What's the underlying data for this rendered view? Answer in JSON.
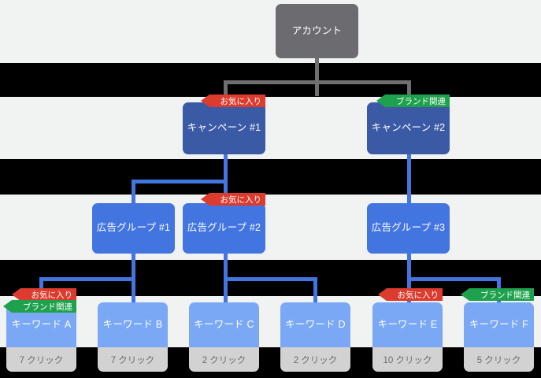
{
  "diagram": {
    "title": "Google Ads account hierarchy tree",
    "colors": {
      "background": "#f1f2f2",
      "band": "#000000",
      "account": "#6b6b70",
      "campaign": "#3b5aa6",
      "adgroup": "#4275e0",
      "keyword": "#7aa8f5",
      "footer": "#d2d2d2",
      "connector_gray": "#6f6f6f",
      "connector_blue": "#4275e0",
      "badge_favorite": "#dd3b2d",
      "badge_brand": "#1ea14c"
    },
    "badge_labels": {
      "favorite": "お気に入り",
      "brand": "ブランド関連"
    }
  },
  "account": {
    "label": "アカウント"
  },
  "campaigns": [
    {
      "label": "キャンペーン #1",
      "badges": [
        "favorite"
      ]
    },
    {
      "label": "キャンペーン #2",
      "badges": [
        "brand"
      ]
    }
  ],
  "adgroups": [
    {
      "label": "広告グループ #1",
      "badges": []
    },
    {
      "label": "広告グループ #2",
      "badges": [
        "favorite"
      ]
    },
    {
      "label": "広告グループ #3",
      "badges": []
    }
  ],
  "keywords": [
    {
      "label": "キーワード A",
      "clicks": "7 クリック",
      "badges": [
        "favorite",
        "brand"
      ]
    },
    {
      "label": "キーワード B",
      "clicks": "7 クリック",
      "badges": []
    },
    {
      "label": "キーワード C",
      "clicks": "2 クリック",
      "badges": []
    },
    {
      "label": "キーワード D",
      "clicks": "2 クリック",
      "badges": []
    },
    {
      "label": "キーワード E",
      "clicks": "10 クリック",
      "badges": [
        "favorite"
      ]
    },
    {
      "label": "キーワード F",
      "clicks": "5 クリック",
      "badges": [
        "brand"
      ]
    }
  ]
}
